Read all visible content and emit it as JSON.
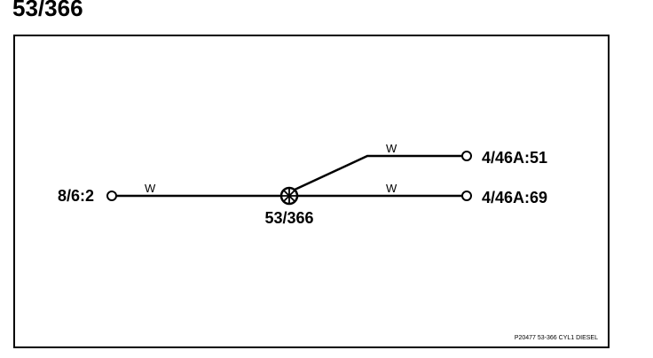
{
  "title": "53/366",
  "splice": {
    "label": "53/366"
  },
  "terminals": {
    "left": "8/6:2",
    "right_top": "4/46A:51",
    "right_bottom": "4/46A:69"
  },
  "wires": {
    "left_color": "W",
    "top_color": "W",
    "bottom_color": "W"
  },
  "footer_ref": "P20477 53-366 CYL1 DIESEL",
  "colors": {
    "line": "#000000",
    "background": "#ffffff"
  }
}
